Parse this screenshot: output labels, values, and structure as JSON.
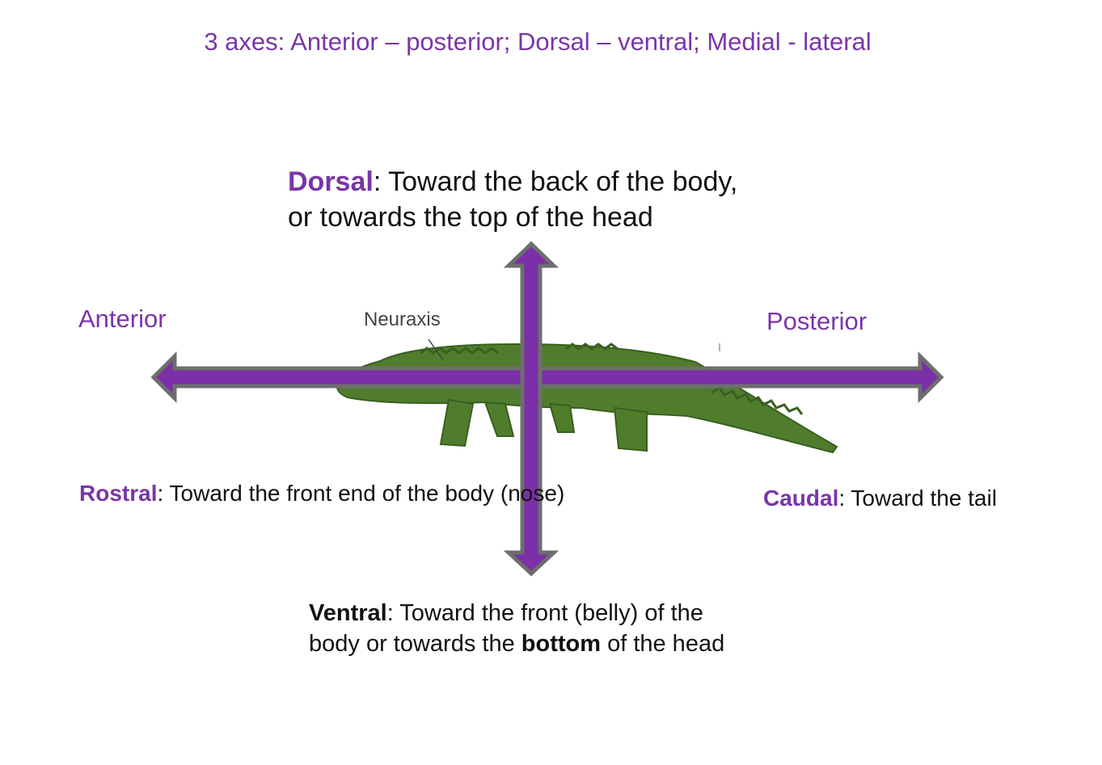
{
  "title": "3 axes:  Anterior – posterior;  Dorsal – ventral;  Medial - lateral",
  "labels": {
    "anterior": "Anterior",
    "posterior": "Posterior",
    "neuraxis": "Neuraxis"
  },
  "dorsal": {
    "term": "Dorsal",
    "line1": ": Toward the back of the body,",
    "line2": "or towards the top of the head"
  },
  "rostral": {
    "term": "Rostral",
    "desc": ": Toward the front end of the body (nose)"
  },
  "caudal": {
    "term": "Caudal",
    "desc": ": Toward the tail"
  },
  "ventral": {
    "term": "Ventral",
    "line1": ": Toward the front (belly) of the",
    "line2_pre": "body or towards the ",
    "line2_bold": "bottom",
    "line2_post": " of the head"
  },
  "colors": {
    "accent": "#7a35a8",
    "arrow_fill": "#7b2fa8",
    "arrow_stroke": "#6e6e6e",
    "animal": "#4f7d2c"
  },
  "icons": {
    "animal": "crocodile-illustration",
    "horizontal_arrow": "double-headed-arrow-horizontal",
    "vertical_arrow": "double-headed-arrow-vertical"
  }
}
